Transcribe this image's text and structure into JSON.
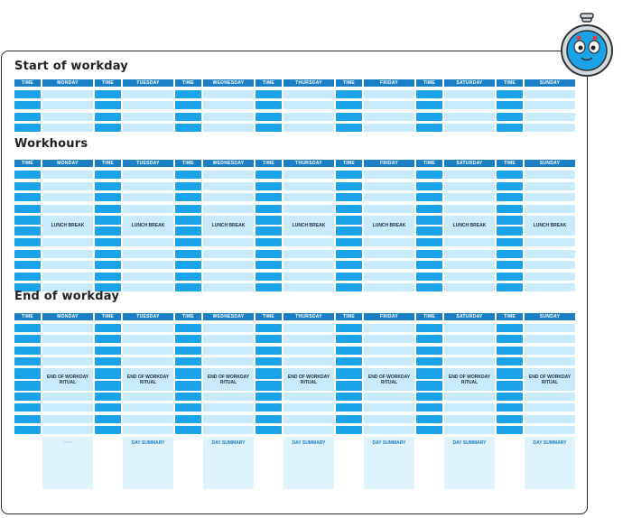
{
  "sections": {
    "start": {
      "title": "Start of workday"
    },
    "work": {
      "title": "Workhours"
    },
    "end": {
      "title": "End of workday"
    }
  },
  "headers": {
    "time": "TIME",
    "days": [
      "MONDAY",
      "TUESDAY",
      "WEDNESDAY",
      "THURSDAY",
      "FRIDAY",
      "SATURDAY",
      "SUNDAY"
    ]
  },
  "labels": {
    "lunch_break": "LUNCH BREAK",
    "end_ritual": "END OF WORKDAY RITUAL",
    "day_summary": "DAY SUMMARY",
    "first_summary": "TODAY"
  },
  "icons": {
    "mascot": "stopwatch-mascot-icon"
  },
  "colors": {
    "header": "#1a7fc4",
    "time_cell": "#1aa3e8",
    "day_cell": "#c8eafb",
    "summary": "#dff3fc"
  }
}
